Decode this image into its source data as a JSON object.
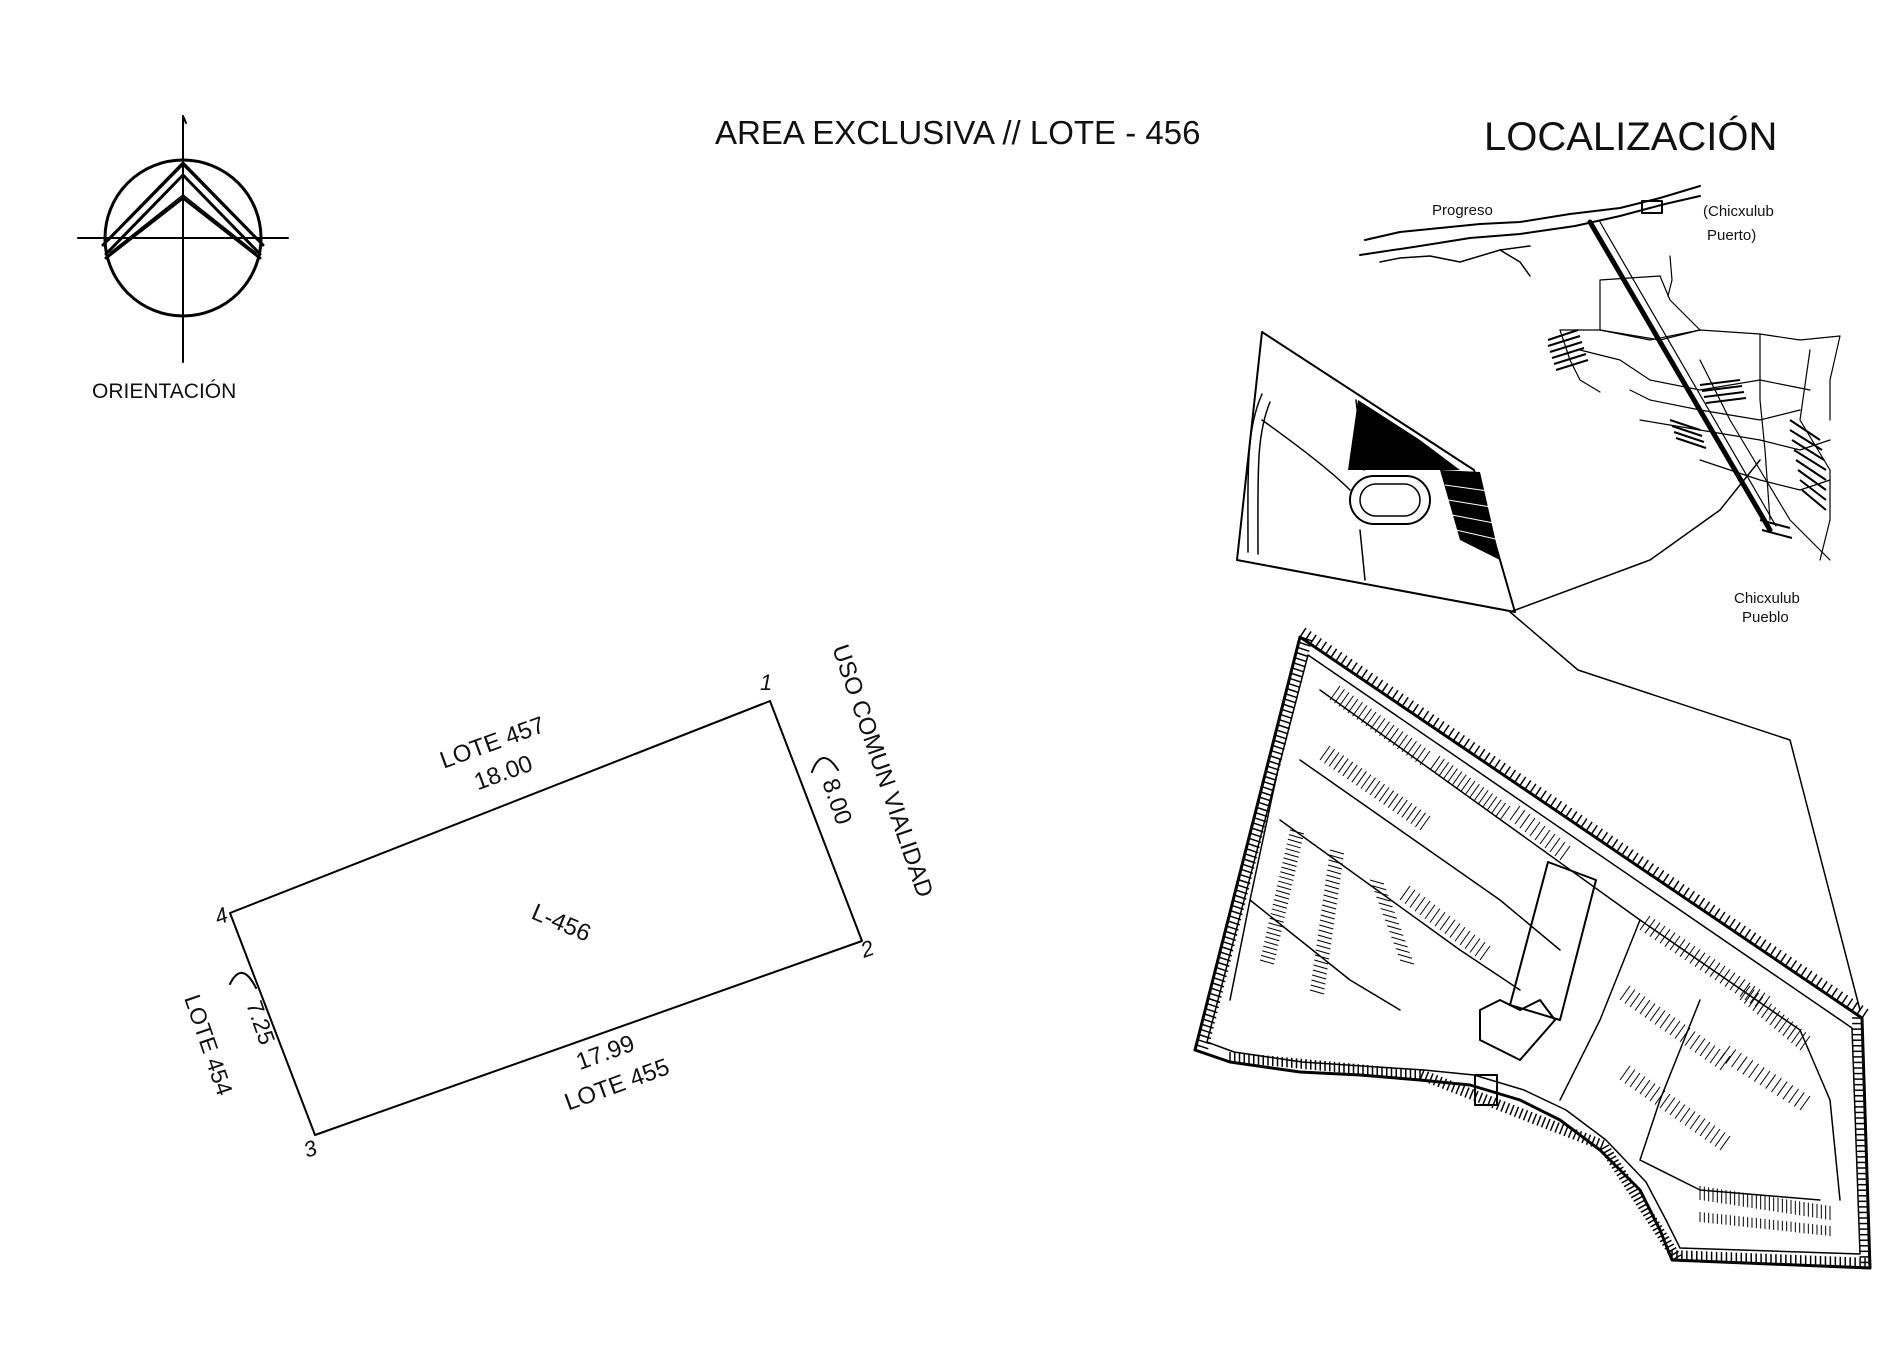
{
  "header": {
    "title": "AREA EXCLUSIVA // LOTE - 456",
    "location_title": "LOCALIZACIÓN"
  },
  "orientation": {
    "label": "ORIENTACIÓN",
    "icon": "north-arrow-icon"
  },
  "lot": {
    "name": "L-456",
    "vertices": [
      "1",
      "2",
      "3",
      "4"
    ],
    "sides": {
      "top": {
        "neighbor": "LOTE 457",
        "length": "18.00"
      },
      "right": {
        "neighbor": "USO COMUN VIALIDAD",
        "length": "8.00"
      },
      "bottom": {
        "neighbor": "LOTE 455",
        "length": "17.99"
      },
      "left": {
        "neighbor": "LOTE 454",
        "length": "7.25"
      }
    }
  },
  "location_map": {
    "places": {
      "progreso": "Progreso",
      "chicxulub_puerto": [
        "(Chicxulub",
        "Puerto)"
      ],
      "chicxulub_pueblo": [
        "Chicxulub",
        "Pueblo"
      ]
    }
  }
}
